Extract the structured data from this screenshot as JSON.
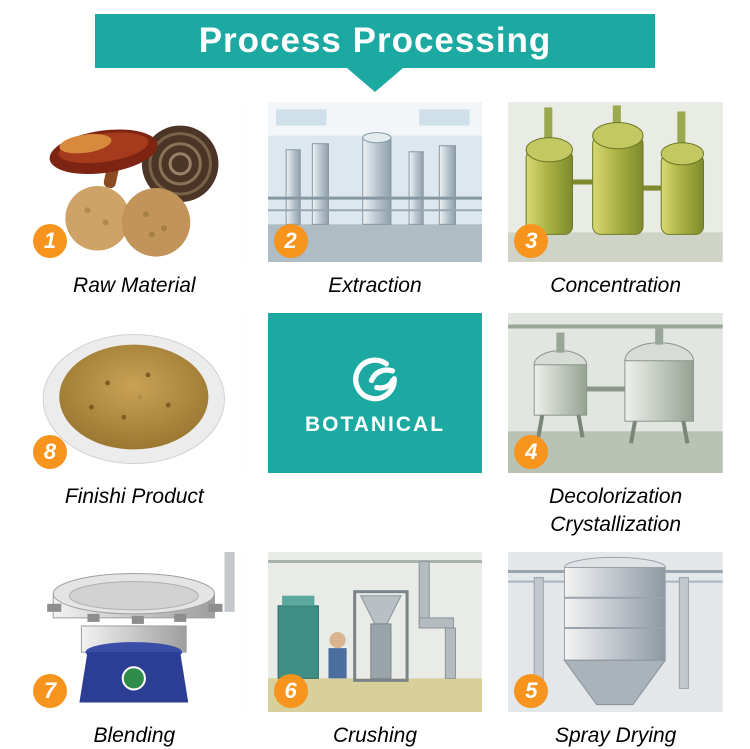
{
  "header": {
    "title": "Process Processing"
  },
  "logo": {
    "name": "BOTANICAL"
  },
  "steps": [
    {
      "number": "1",
      "label": "Raw Material"
    },
    {
      "number": "2",
      "label": "Extraction"
    },
    {
      "number": "3",
      "label": "Concentration"
    },
    {
      "number": "8",
      "label": "Finishi  Product"
    },
    {
      "number": "4",
      "label": "Decolorization\nCrystallization"
    },
    {
      "number": "7",
      "label": "Blending"
    },
    {
      "number": "6",
      "label": "Crushing"
    },
    {
      "number": "5",
      "label": "Spray Drying"
    }
  ],
  "colors": {
    "accent": "#1BA9A1",
    "badge": "#F7941E"
  }
}
